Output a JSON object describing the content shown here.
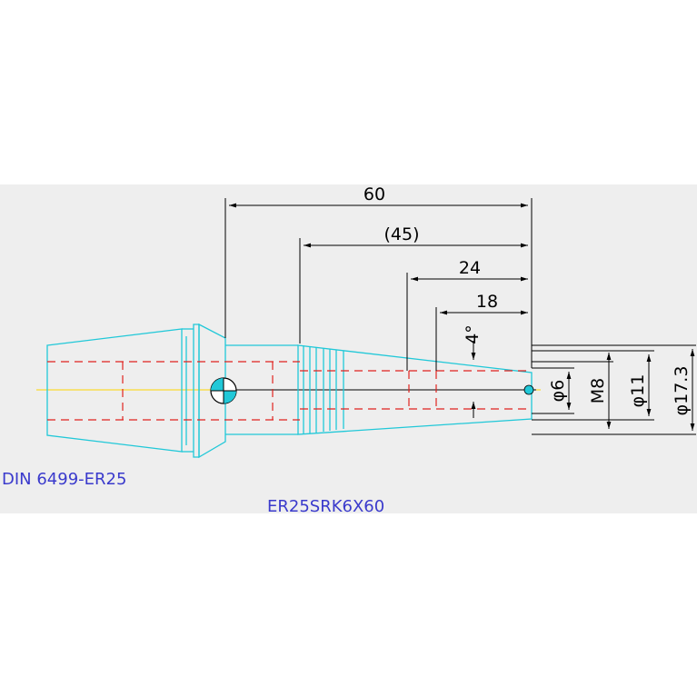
{
  "drawing": {
    "colors": {
      "part_outline": "#21c8d8",
      "hidden_line": "#e0231f",
      "centerline": "#ffd400",
      "dimension": "#000000",
      "label": "#3a3acc",
      "background_band": "#eeeeee"
    },
    "dimensions": {
      "overall_length": "60",
      "reference_length": "(45)",
      "length_24": "24",
      "length_18": "18",
      "angle": "4°",
      "dia_6": "φ6",
      "thread": "M8",
      "dia_11": "φ11",
      "dia_17_3": "φ17.3"
    },
    "labels": {
      "collet_standard": "DIN 6499-ER25",
      "part_number": "ER25SRK6X60"
    }
  }
}
